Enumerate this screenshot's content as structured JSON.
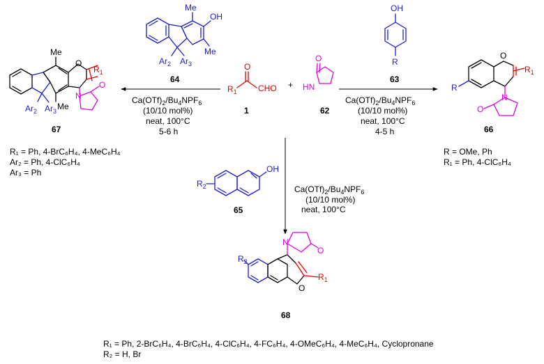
{
  "colors": {
    "blue": "#1c1cc8",
    "red": "#e00000",
    "magenta": "#e000e0",
    "black": "#000000"
  },
  "compounds": {
    "c1": "1",
    "c62": "62",
    "c63": "63",
    "c64": "64",
    "c65": "65",
    "c66": "66",
    "c67": "67",
    "c68": "68"
  },
  "atoms": {
    "OH": "OH",
    "O": "O",
    "N": "N",
    "HN": "HN",
    "Me": "Me",
    "R": "R",
    "CHO": "CHO",
    "R1": "R",
    "sub1": "1",
    "R2": "R",
    "sub2": "2",
    "Ar": "Ar",
    "sub_ar2": "2",
    "sub_ar3": "3",
    "plus": "+"
  },
  "conditions": {
    "left": {
      "line1a": "Ca(OTf)",
      "line1b": "/Bu",
      "line1c": "NPF",
      "line2": "(10/10 mol%)",
      "line3": "neat, 100°C",
      "line4": "5-6 h"
    },
    "right": {
      "line1a": "Ca(OTf)",
      "line1b": "/Bu",
      "line1c": "NPF",
      "line2": "(10/10 mol%)",
      "line3": "neat, 100°C",
      "line4": "4-5 h"
    },
    "bottom": {
      "line1a": "Ca(OTf)",
      "line1b": "/Bu",
      "line1c": "NPF",
      "line2": "(10/10 mol%)",
      "line3": "neat, 100°C"
    },
    "sub2": "2",
    "sub4": "4",
    "sub6": "6"
  },
  "substituents": {
    "left": [
      "R₁ = Ph, 4-BrC₆H₄, 4-MeC₆H₄",
      "Ar₂ = Ph, 4-ClC₆H₄",
      "Ar₃ = Ph"
    ],
    "right": [
      "R = OMe, Ph",
      "R₁ = Ph, 4-ClC₆H₄"
    ],
    "bottom": [
      "R₁ = Ph, 2-BrC₆H₄, 4-BrC₆H₄, 4-ClC₆H₄, 4-FC₆H₄, 4-OMeC₆H₄, 4-MeC₆H₄, Cyclopronane",
      "R₂ = H, Br"
    ]
  }
}
